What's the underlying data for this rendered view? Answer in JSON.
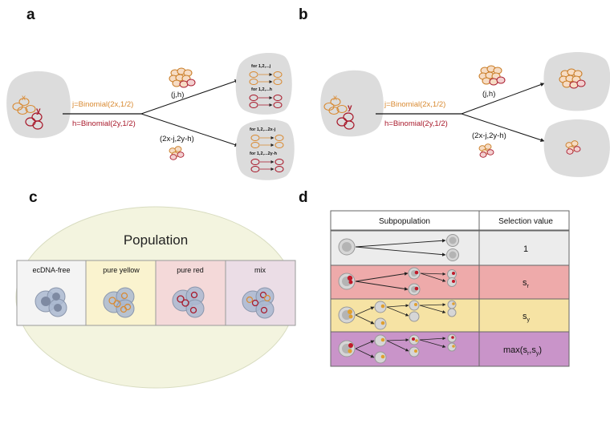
{
  "panels": {
    "a": {
      "label": "a",
      "x_label": "x",
      "y_label": "y",
      "formula_j": "j=Binomial(2x,1/2)",
      "formula_h": "h=Binomial(2y,1/2)",
      "upper_label": "(j,h)",
      "lower_label": "(2x-j,2y-h)",
      "upper_loop_1": "for 1,2,...j",
      "upper_loop_2": "for 1,2,...h",
      "lower_loop_1": "for 1,2,...2x-j",
      "lower_loop_2": "for 1,2,...2y-h"
    },
    "b": {
      "label": "b",
      "x_label": "x",
      "y_label": "y",
      "formula_j": "j=Binomial(2x,1/2)",
      "formula_h": "h=Binomial(2y,1/2)",
      "upper_label": "(j,h)",
      "lower_label": "(2x-j,2y-h)"
    },
    "c": {
      "label": "c",
      "title": "Population",
      "boxes": [
        "ecDNA-free",
        "pure yellow",
        "pure red",
        "mix"
      ]
    },
    "d": {
      "label": "d",
      "header_sub": "Subpopulation",
      "header_sel": "Selection value",
      "rows": [
        {
          "value": "1",
          "sub": ""
        },
        {
          "value": "s",
          "sub": "r"
        },
        {
          "value": "s",
          "sub": "y"
        },
        {
          "value": "max(s",
          "sub": "r",
          "mid": ",s",
          "sub2": "y",
          "end": ")"
        }
      ]
    }
  },
  "colors": {
    "orange": "#d98a32",
    "red": "#a8182a",
    "blob": "#dcdcdc",
    "ecdna_free": "#f4f4f4",
    "pure_yellow": "#faf3cf",
    "pure_red": "#f4d9d9",
    "mix": "#ebdde6",
    "row1": "#ececec",
    "row2": "#eeaaaa",
    "row3": "#f6e3a4",
    "row4": "#c994c9"
  }
}
